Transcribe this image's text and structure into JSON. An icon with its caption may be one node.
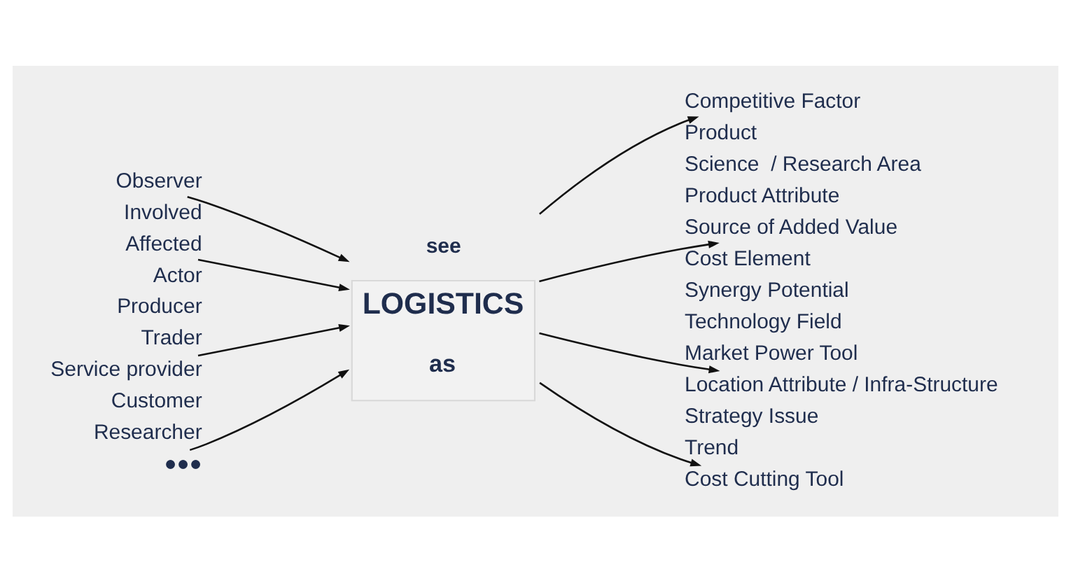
{
  "diagram": {
    "nodes": [
      {
        "text": [
          "Observer"
        ]
      },
      {
        "text": [
          "Affected"
        ]
      },
      {
        "text": [
          "Service provider"
        ]
      },
      {
        "text": [
          "●●●"
        ]
      },
      {
        "text": [
          "see",
          "LOGISTICS",
          "as"
        ]
      },
      {
        "text": [
          "Competitive Factor"
        ]
      },
      {
        "text": [
          "Source of Added Value"
        ]
      },
      {
        "text": [
          "Location Attribute / Infra-Structure"
        ]
      },
      {
        "text": [
          "Cost Cutting Tool"
        ]
      }
    ],
    "edges": [
      {
        "from": 0,
        "to": 4,
        "arrow": "to"
      },
      {
        "from": 1,
        "to": 4,
        "arrow": "to"
      },
      {
        "from": 2,
        "to": 4,
        "arrow": "to"
      },
      {
        "from": 3,
        "to": 4,
        "arrow": "to"
      },
      {
        "from": 4,
        "to": 5,
        "arrow": "to"
      },
      {
        "from": 4,
        "to": 6,
        "arrow": "to"
      },
      {
        "from": 4,
        "to": 7,
        "arrow": "to"
      },
      {
        "from": 4,
        "to": 8,
        "arrow": "to"
      }
    ],
    "labels": [
      "Involved",
      "Actor",
      "Producer",
      "Trader",
      "Customer",
      "Researcher",
      "Product",
      "Science  / Research Area",
      "Product Attribute",
      "Cost Element",
      "Synergy Potential",
      "Technology Field",
      "Market Power Tool",
      "Strategy Issue",
      "Trend"
    ]
  }
}
